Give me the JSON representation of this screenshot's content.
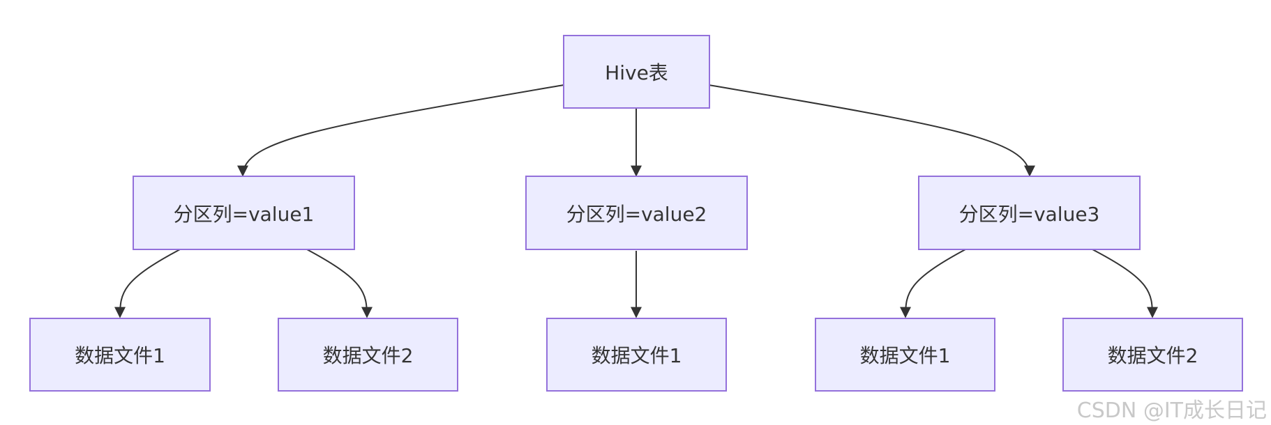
{
  "diagram": {
    "root": {
      "label": "Hive表"
    },
    "partitions": [
      {
        "label": "分区列=value1",
        "files": [
          "数据文件1",
          "数据文件2"
        ]
      },
      {
        "label": "分区列=value2",
        "files": [
          "数据文件1"
        ]
      },
      {
        "label": "分区列=value3",
        "files": [
          "数据文件1",
          "数据文件2"
        ]
      }
    ]
  },
  "colors": {
    "node_fill": "#ECECFF",
    "node_border": "#9370DB",
    "edge": "#333333",
    "text": "#333333"
  },
  "watermark": "CSDN @IT成长日记"
}
